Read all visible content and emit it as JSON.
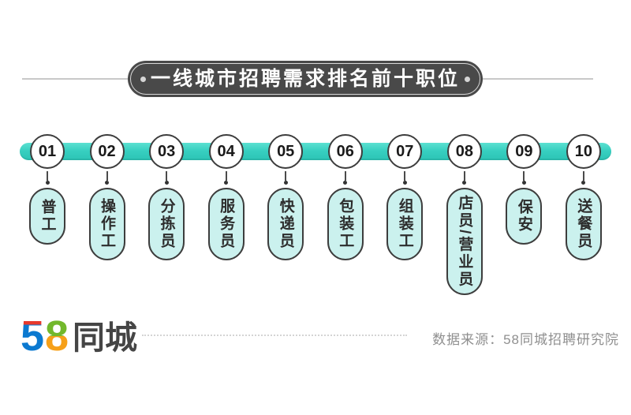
{
  "title": {
    "text": "一线城市招聘需求排名前十职位"
  },
  "ranking": {
    "items": [
      {
        "rank": "01",
        "job": "普工"
      },
      {
        "rank": "02",
        "job": "操作工"
      },
      {
        "rank": "03",
        "job": "分拣员"
      },
      {
        "rank": "04",
        "job": "服务员"
      },
      {
        "rank": "05",
        "job": "快递员"
      },
      {
        "rank": "06",
        "job": "包装工"
      },
      {
        "rank": "07",
        "job": "组装工"
      },
      {
        "rank": "08",
        "job": "店员/营业员"
      },
      {
        "rank": "09",
        "job": "保安"
      },
      {
        "rank": "10",
        "job": "送餐员"
      }
    ]
  },
  "footer": {
    "logo_number_5": "5",
    "logo_number_8": "8",
    "logo_text": "同城",
    "source": "数据来源：58同城招聘研究院"
  },
  "colors": {
    "bar_teal": "#38d0c1",
    "pill_fill": "#cbf1ee",
    "outline_dark": "#3d3d3d",
    "title_bg": "#494949",
    "title_text": "#ffffff",
    "divider_gray": "#c9c9c9",
    "source_gray": "#8f8f8f",
    "logo_red": "#e8392c",
    "logo_blue": "#0b79d0",
    "logo_green": "#72b82c",
    "logo_orange": "#f6a019",
    "logo_dark": "#454545"
  }
}
